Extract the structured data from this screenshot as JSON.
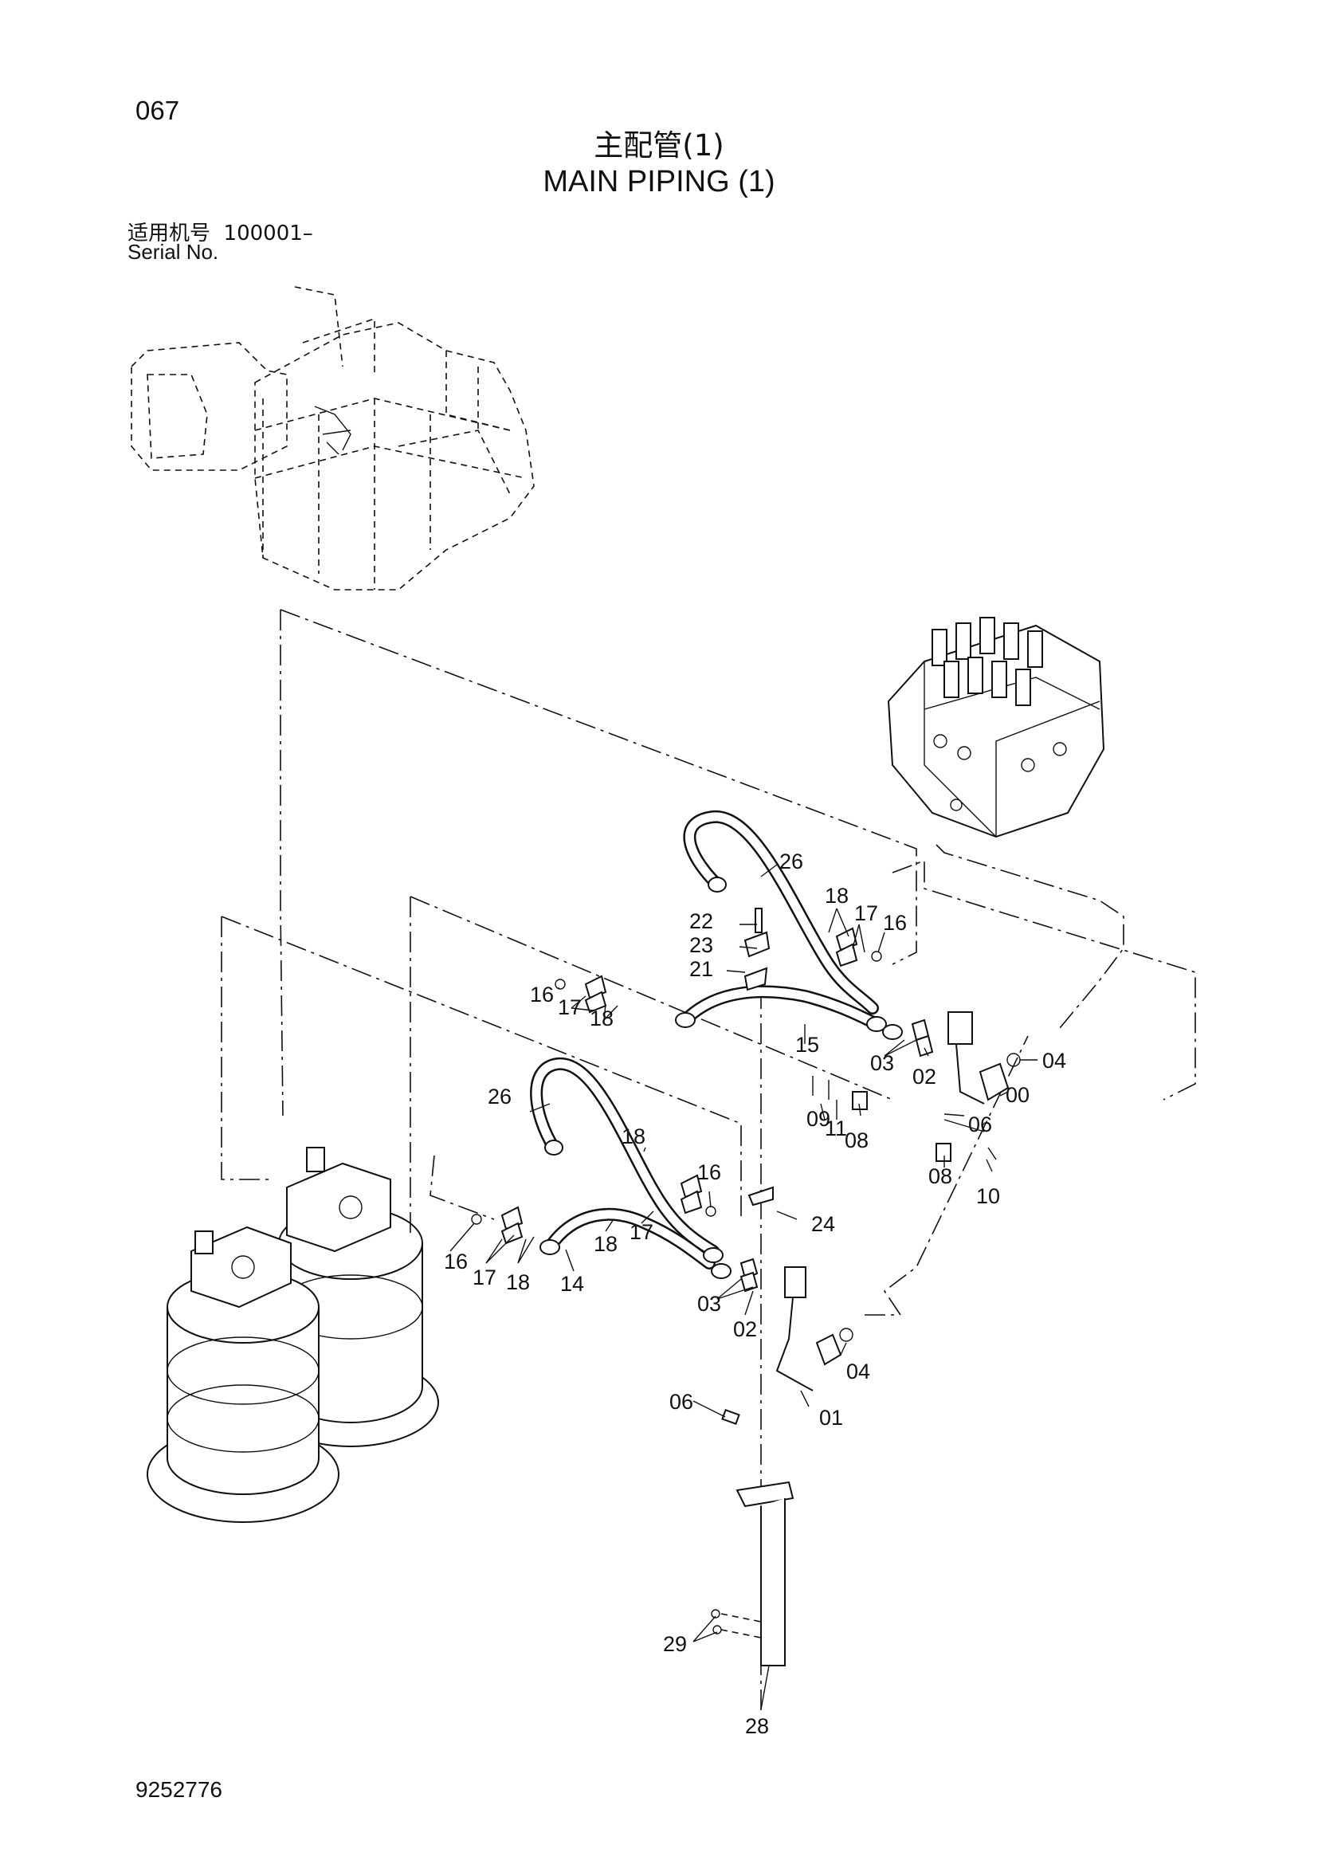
{
  "page_number": "067",
  "title_cn": "主配管(1)",
  "title_en": "MAIN PIPING (1)",
  "serial_label_cn": "适用机号",
  "serial_value": "100001–",
  "serial_label_en": "Serial No.",
  "drawing_number": "9252776",
  "callouts": [
    "26",
    "18",
    "17",
    "16",
    "22",
    "23",
    "21",
    "16",
    "17",
    "18",
    "15",
    "03",
    "02",
    "04",
    "00",
    "09",
    "11",
    "08",
    "06",
    "08",
    "10",
    "26",
    "18",
    "16",
    "24",
    "16",
    "17",
    "18",
    "14",
    "18",
    "17",
    "03",
    "02",
    "04",
    "06",
    "01",
    "29",
    "28"
  ]
}
